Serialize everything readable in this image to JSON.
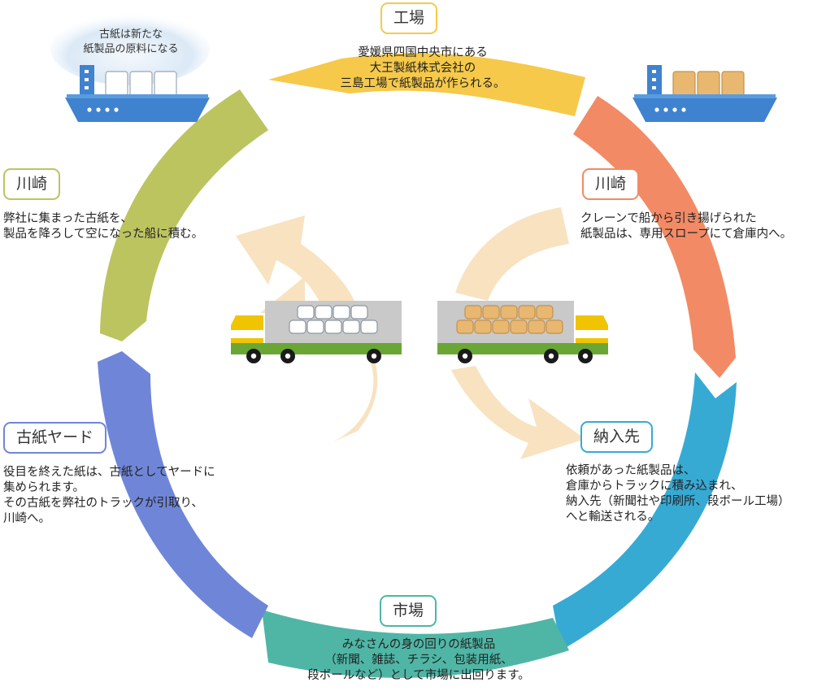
{
  "colors": {
    "factory": "#f6c94a",
    "kawasaki_right": "#f28a65",
    "delivery": "#37aad4",
    "market": "#4fb6a6",
    "yard": "#6f86d8",
    "kawasaki_left": "#bcc460",
    "inner_arrow": "#f8e2c0",
    "ship_hull": "#3f82cf",
    "truck_cab": "#f0c400",
    "truck_bed": "#6aa636",
    "container": "#c9c9c9",
    "cargo_paper": "#e8b870"
  },
  "stages": {
    "factory": {
      "label": "工場",
      "desc": [
        "愛媛県四国中央市にある",
        "大王製紙株式会社の",
        "三島工場で紙製品が作られる。"
      ]
    },
    "kawasaki_right": {
      "label": "川崎",
      "desc": [
        "クレーンで船から引き揚げられた",
        "紙製品は、専用スロープにて倉庫内へ。"
      ]
    },
    "delivery": {
      "label": "納入先",
      "desc": [
        "依頼があった紙製品は、",
        "倉庫からトラックに積み込まれ、",
        "納入先（新聞社や印刷所、段ボール工場）",
        "へと輸送される。"
      ]
    },
    "market": {
      "label": "市場",
      "desc": [
        "みなさんの身の回りの紙製品",
        "（新聞、雑誌、チラシ、包装用紙、",
        "段ボールなど）として市場に出回ります。"
      ]
    },
    "yard": {
      "label": "古紙ヤード",
      "desc": [
        "役目を終えた紙は、古紙としてヤードに",
        "集められます。",
        "その古紙を弊社のトラックが引取り、",
        "川崎へ。"
      ]
    },
    "kawasaki_left": {
      "label": "川崎",
      "desc": [
        "弊社に集まった古紙を、",
        "製品を降ろして空になった船に積む。"
      ]
    }
  },
  "bubble": {
    "lines": [
      "古紙は新たな",
      "紙製品の原料になる"
    ]
  }
}
